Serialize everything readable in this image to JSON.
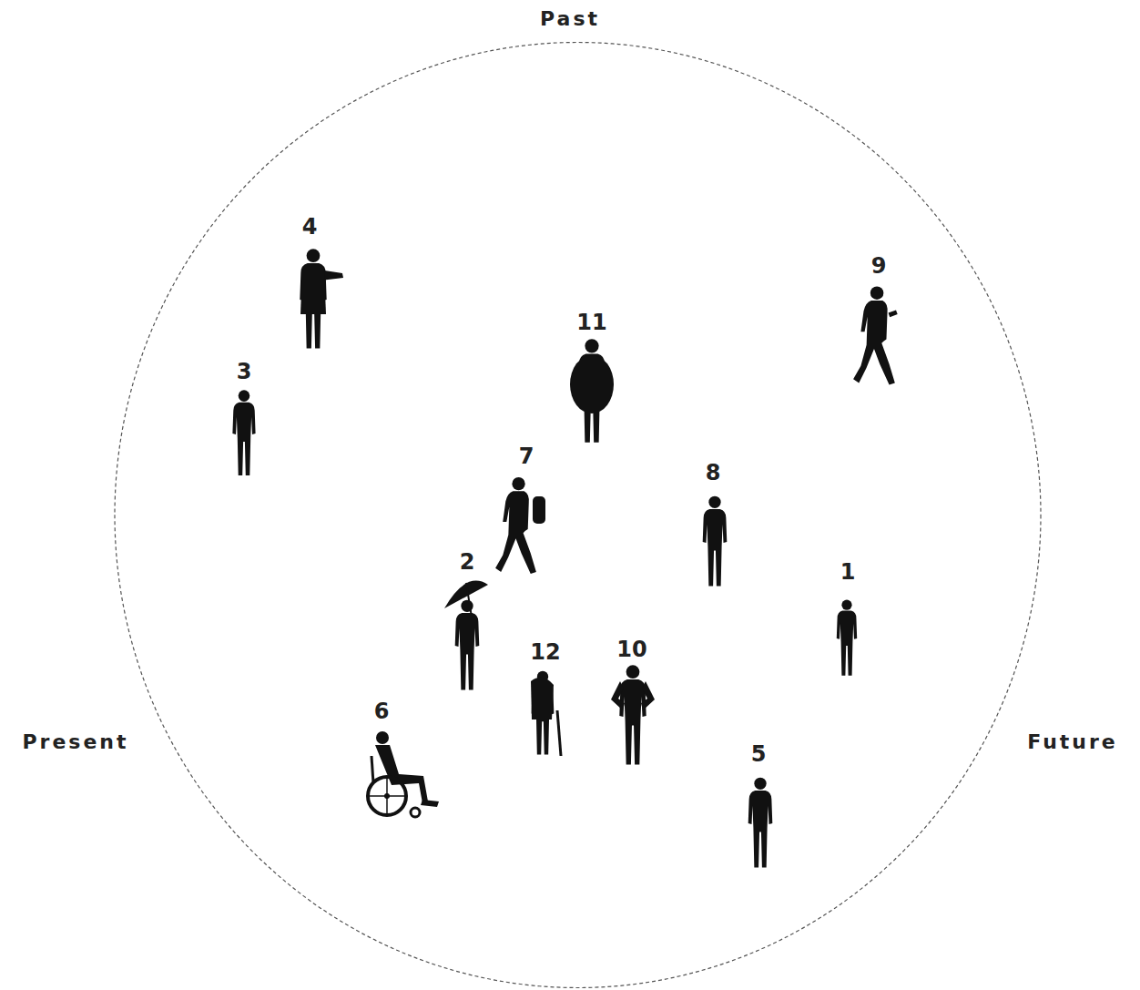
{
  "diagram": {
    "labels": [
      "Past",
      "4",
      "9",
      "11",
      "3",
      "7",
      "8",
      "1",
      "2",
      "12",
      "10",
      "6",
      "Present",
      "Future",
      "5"
    ]
  }
}
